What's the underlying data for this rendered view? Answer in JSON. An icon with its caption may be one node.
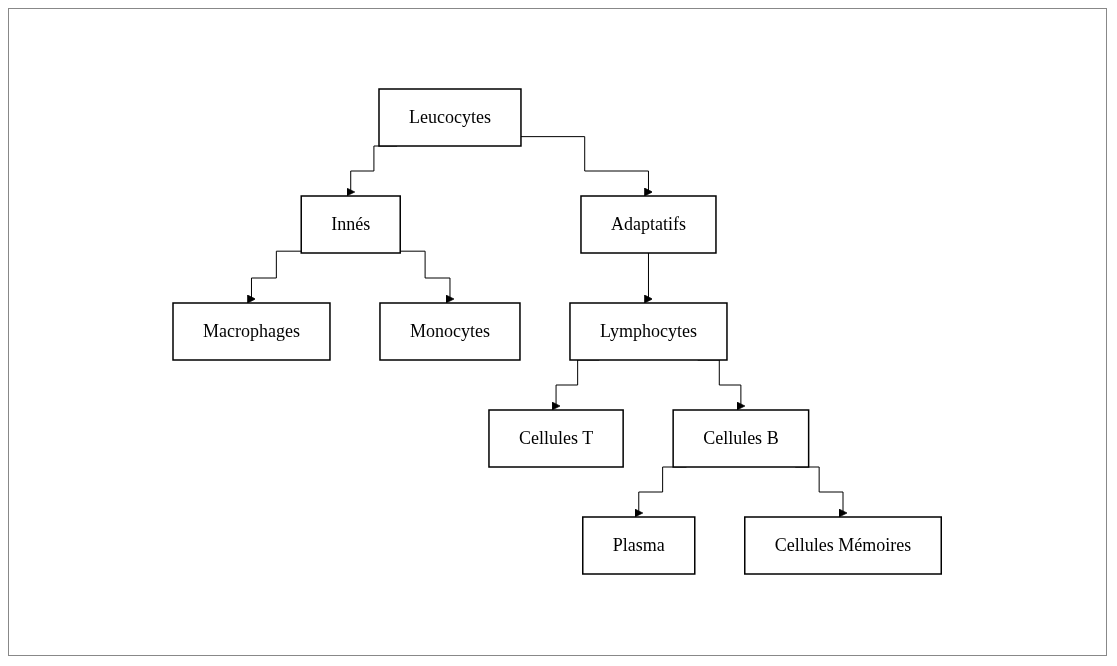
{
  "diagram": {
    "nodes": [
      {
        "text": [
          "Leucocytes"
        ]
      },
      {
        "text": [
          "Innés"
        ]
      },
      {
        "text": [
          "Adaptatifs"
        ]
      },
      {
        "text": [
          "Macrophages"
        ]
      },
      {
        "text": [
          "Monocytes"
        ]
      },
      {
        "text": [
          "Lymphocytes"
        ]
      },
      {
        "text": [
          "Cellules T"
        ]
      },
      {
        "text": [
          "Cellules B"
        ]
      },
      {
        "text": [
          "Plasma"
        ]
      },
      {
        "text": [
          "Cellules Mémoires"
        ]
      }
    ],
    "edges": [
      {
        "from": 0,
        "to": 1,
        "arrow": "to"
      },
      {
        "from": 0,
        "to": 2,
        "arrow": "to"
      },
      {
        "from": 1,
        "to": 3,
        "arrow": "to"
      },
      {
        "from": 1,
        "to": 4,
        "arrow": "to"
      },
      {
        "from": 2,
        "to": 5,
        "arrow": "to"
      },
      {
        "from": 5,
        "to": 6,
        "arrow": "to"
      },
      {
        "from": 5,
        "to": 7,
        "arrow": "to"
      },
      {
        "from": 7,
        "to": 8,
        "arrow": "to"
      },
      {
        "from": 7,
        "to": 9,
        "arrow": "to"
      }
    ]
  }
}
